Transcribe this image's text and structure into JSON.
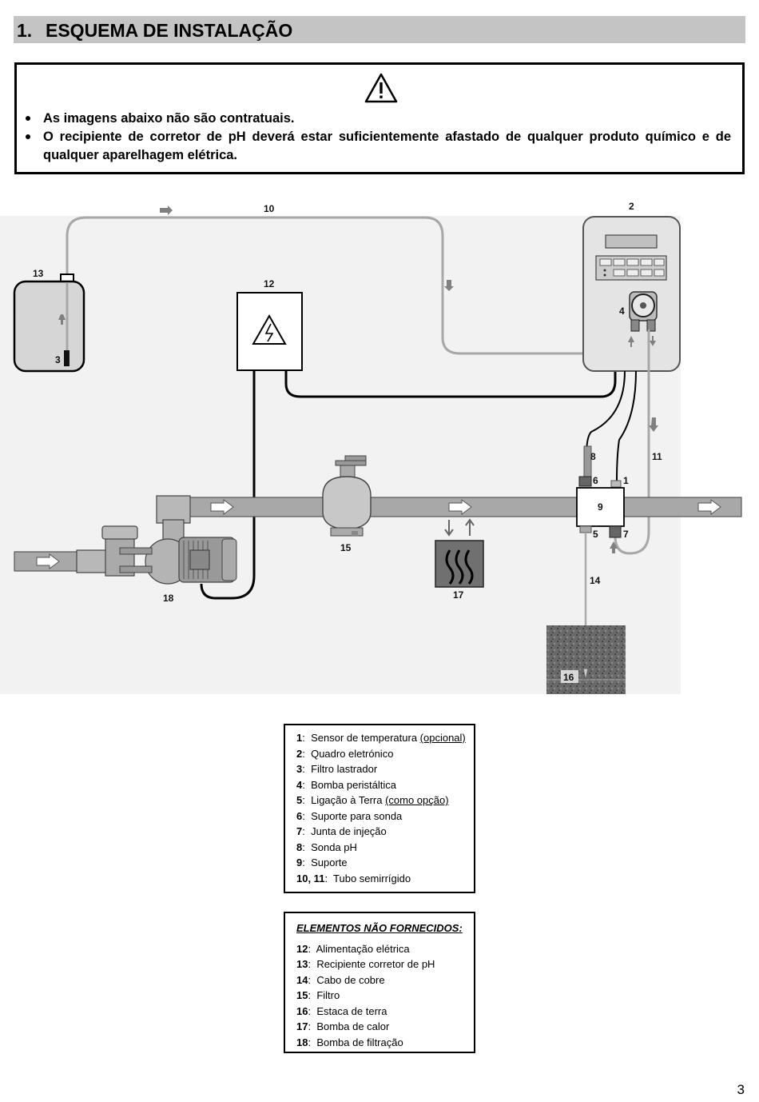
{
  "section": {
    "number": "1.",
    "title": "ESQUEMA DE INSTALAÇÃO"
  },
  "warning": {
    "icon": "warning-triangle-icon",
    "items": [
      "As imagens abaixo não são contratuais.",
      "O recipiente de corretor de pH deverá estar suficientemente afastado de qualquer produto químico e de qualquer aparelhagem elétrica."
    ]
  },
  "diagram_labels": {
    "l1": "1",
    "l2": "2",
    "l3": "3",
    "l4": "4",
    "l5": "5",
    "l6": "6",
    "l7": "7",
    "l8": "8",
    "l9": "9",
    "l10": "10",
    "l11": "11",
    "l12": "12",
    "l13": "13",
    "l14": "14",
    "l15": "15",
    "l16": "16",
    "l17": "17",
    "l18": "18"
  },
  "legend_supplied": [
    {
      "num": "1",
      "text": "Sensor de temperatura ",
      "note": "(opcional)"
    },
    {
      "num": "2",
      "text": "Quadro eletrónico",
      "note": ""
    },
    {
      "num": "3",
      "text": "Filtro lastrador",
      "note": ""
    },
    {
      "num": "4",
      "text": "Bomba peristáltica",
      "note": ""
    },
    {
      "num": "5",
      "text": "Ligação à Terra ",
      "note": "(como opção)"
    },
    {
      "num": "6",
      "text": "Suporte para sonda",
      "note": ""
    },
    {
      "num": "7",
      "text": "Junta de injeção",
      "note": ""
    },
    {
      "num": "8",
      "text": "Sonda pH",
      "note": ""
    },
    {
      "num": "9",
      "text": "Suporte",
      "note": ""
    },
    {
      "num": "10, 11",
      "text": "Tubo semirrígido",
      "note": ""
    }
  ],
  "legend_not_supplied": {
    "title": "ELEMENTOS NÃO FORNECIDOS:",
    "items": [
      {
        "num": "12",
        "text": "Alimentação elétrica"
      },
      {
        "num": "13",
        "text": "Recipiente corretor de pH"
      },
      {
        "num": "14",
        "text": "Cabo de cobre"
      },
      {
        "num": "15",
        "text": "Filtro"
      },
      {
        "num": "16",
        "text": "Estaca de terra"
      },
      {
        "num": "17",
        "text": "Bomba de calor"
      },
      {
        "num": "18",
        "text": "Bomba de filtração"
      }
    ]
  },
  "page_number": "3",
  "colors": {
    "header_bg": "#c4c4c4",
    "pipe": "#a8a8a8",
    "tube": "#b0b0b0",
    "cable": "#000000"
  }
}
